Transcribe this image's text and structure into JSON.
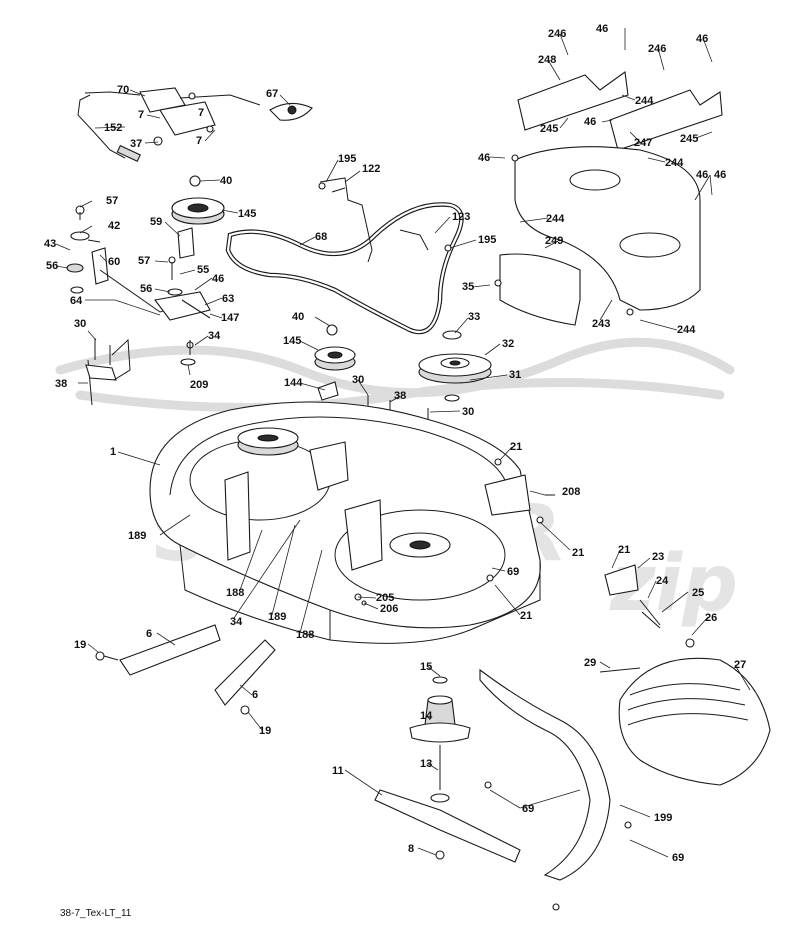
{
  "diagram": {
    "footer_code": "38-7_Tex-LT_11",
    "watermark_text": "SCOOTER",
    "watermark_script": "zip",
    "labels": [
      "70",
      "67",
      "7",
      "7",
      "152",
      "37",
      "7",
      "40",
      "145",
      "57",
      "42",
      "43",
      "60",
      "56",
      "59",
      "57",
      "55",
      "46",
      "56",
      "63",
      "147",
      "64",
      "34",
      "209",
      "30",
      "38",
      "68",
      "195",
      "122",
      "123",
      "195",
      "40",
      "145",
      "33",
      "32",
      "31",
      "144",
      "30",
      "38",
      "30",
      "1",
      "21",
      "208",
      "21",
      "21",
      "23",
      "24",
      "25",
      "69",
      "205",
      "206",
      "21",
      "189",
      "189",
      "188",
      "188",
      "34",
      "6",
      "19",
      "6",
      "19",
      "26",
      "29",
      "27",
      "15",
      "14",
      "13",
      "11",
      "8",
      "69",
      "199",
      "69",
      "246",
      "46",
      "246",
      "46",
      "248",
      "244",
      "245",
      "46",
      "245",
      "247",
      "46",
      "244",
      "244",
      "249",
      "46",
      "46",
      "35",
      "243",
      "244"
    ]
  }
}
